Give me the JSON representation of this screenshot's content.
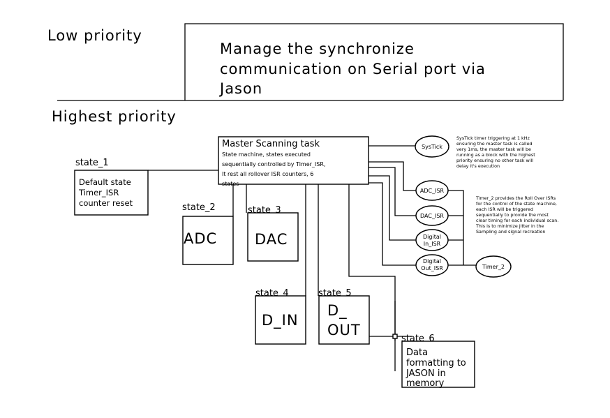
{
  "priorities": {
    "low": "Low priority",
    "high": "Highest priority"
  },
  "low_task": {
    "lines": [
      "Manage the synchronize",
      "communication on Serial port via",
      "Jason"
    ]
  },
  "master": {
    "title": "Master Scanning task",
    "lines": [
      "State machine, states executed",
      "sequentially controlled by Timer_ISR,",
      "It rest all rollover ISR counters, 6",
      "states"
    ]
  },
  "states": {
    "s1": {
      "label": "state_1",
      "lines": [
        "Default state",
        "Timer_ISR",
        "counter reset"
      ]
    },
    "s2": {
      "label": "state_2",
      "text": "ADC"
    },
    "s3": {
      "label": "state_3",
      "text": "DAC"
    },
    "s4": {
      "label": "state_4",
      "text": "D_IN"
    },
    "s5": {
      "label": "state_5",
      "lines": [
        "D_",
        "OUT"
      ]
    },
    "s6": {
      "label": "state_6",
      "lines": [
        "Data",
        "formatting to",
        "JASON in",
        "memory"
      ]
    }
  },
  "isrs": {
    "systick": "SysTick",
    "adc": "ADC_ISR",
    "dac": "DAC_ISR",
    "din": [
      "Digital",
      "In_ISR"
    ],
    "dout": [
      "Digital",
      "Out_ISR"
    ],
    "timer2": "Timer_2"
  },
  "notes": {
    "systick": [
      "SysTick timer triggering at 1 kHz",
      "ensuring the master task is called",
      "very 1ms, the master task will be",
      "running as a block with the highest",
      "priority ensuring no other task will",
      "delay it's execution"
    ],
    "timer2": [
      "Timer_2 provides the Roll Over ISRs",
      "for the control of the state machine,",
      "each ISR will be triggered",
      "sequentially to provide the most",
      "clear timing for each individual scan.",
      "This is to minimize jitter in the",
      "Sampling and signal recreation"
    ]
  }
}
